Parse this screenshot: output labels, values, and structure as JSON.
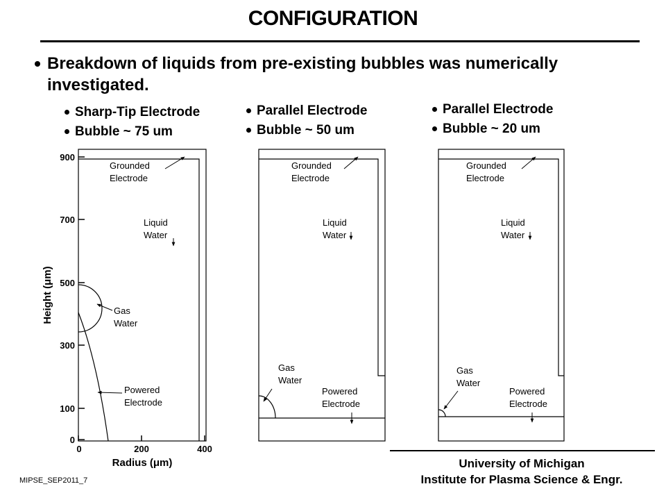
{
  "slide": {
    "title": "CONFIGURATION",
    "bullet": "Breakdown of liquids from pre-existing bubbles was numerically investigated.",
    "slide_id": "MIPSE_SEP2011_7"
  },
  "panels": [
    {
      "lines": [
        "Sharp-Tip Electrode",
        "Bubble ~ 75 um"
      ],
      "labels": {
        "grounded": [
          "Grounded",
          "Electrode"
        ],
        "liquid": [
          "Liquid",
          "Water"
        ],
        "gas": [
          "Gas",
          "Water"
        ],
        "powered": [
          "Powered",
          "Electrode"
        ]
      }
    },
    {
      "lines": [
        "Parallel Electrode",
        "Bubble ~ 50 um"
      ],
      "labels": {
        "grounded": [
          "Grounded",
          "Electrode"
        ],
        "liquid": [
          "Liquid",
          "Water"
        ],
        "gas": [
          "Gas",
          "Water"
        ],
        "powered": [
          "Powered",
          "Electrode"
        ]
      }
    },
    {
      "lines": [
        "Parallel Electrode",
        "Bubble ~ 20 um"
      ],
      "labels": {
        "grounded": [
          "Grounded",
          "Electrode"
        ],
        "liquid": [
          "Liquid",
          "Water"
        ],
        "gas": [
          "Gas",
          "Water"
        ],
        "powered": [
          "Powered",
          "Electrode"
        ]
      }
    }
  ],
  "axes": {
    "ylabel": "Height (μm)",
    "xlabel": "Radius (μm)",
    "yticks": [
      "900",
      "700",
      "500",
      "300",
      "100",
      "0"
    ],
    "xticks": [
      "0",
      "200",
      "400"
    ]
  },
  "footer": {
    "line1": "University of Michigan",
    "line2": "Institute for Plasma Science & Engr."
  }
}
